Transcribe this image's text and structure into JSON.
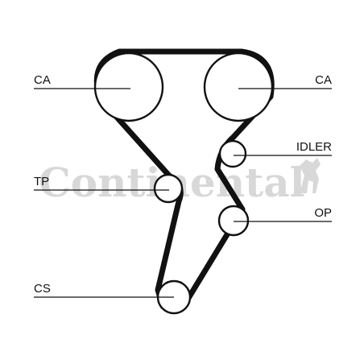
{
  "watermark": {
    "brand": "Continental",
    "logo_icon": "rearing-horse-icon",
    "color": "#d8d8d8"
  },
  "labels": {
    "cam_left": "CA",
    "cam_right": "CA",
    "idler": "IDLER",
    "tensioner": "TP",
    "oil_pump": "OP",
    "crankshaft": "CS"
  },
  "colors": {
    "line": "#111111",
    "background": "#ffffff"
  }
}
